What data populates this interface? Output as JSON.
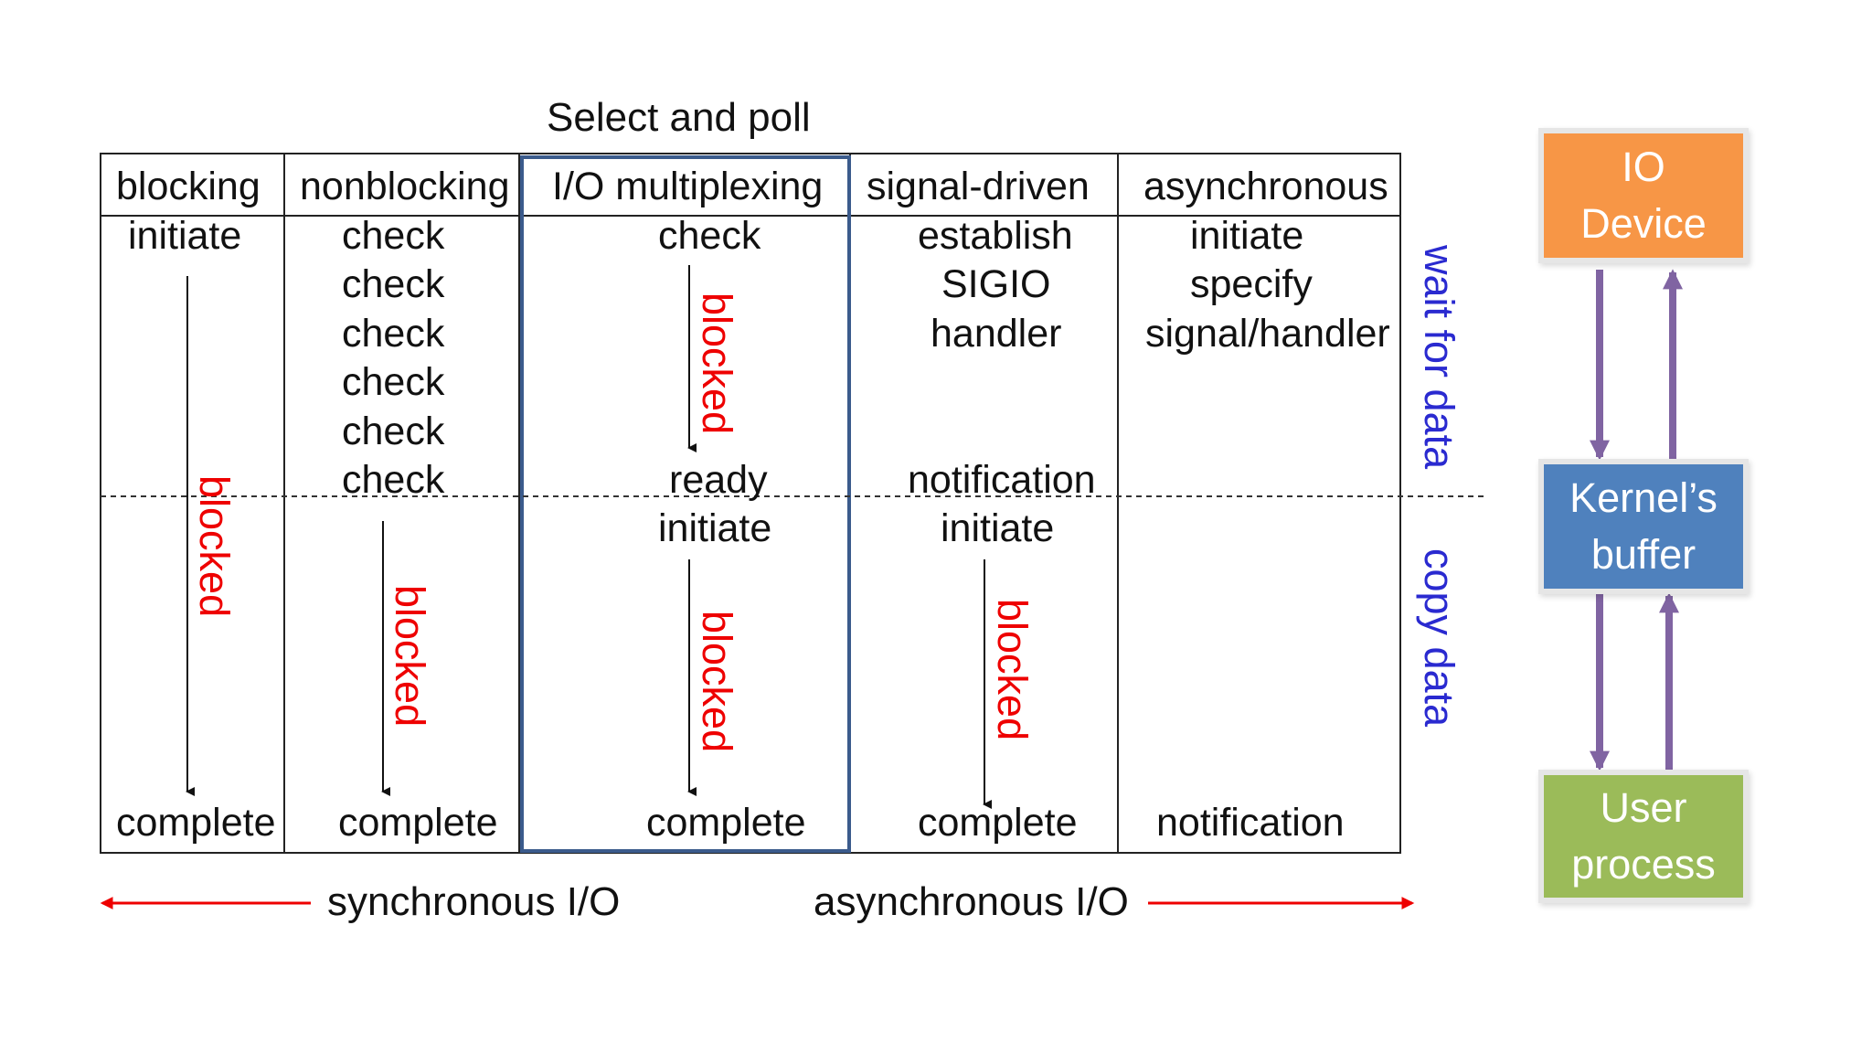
{
  "title": "Select and poll",
  "columns": [
    {
      "header": "blocking",
      "top_lines": [
        "initiate"
      ],
      "middle_lines": [],
      "bottom": "complete",
      "blocked_labels": [
        "blocked"
      ]
    },
    {
      "header": "nonblocking",
      "top_lines": [
        "check",
        "check",
        "check",
        "check",
        "check",
        "check"
      ],
      "middle_lines": [],
      "bottom": "complete",
      "blocked_labels": [
        "blocked"
      ]
    },
    {
      "header": "I/O multiplexing",
      "top_lines": [
        "check"
      ],
      "ready": "ready",
      "middle_lines": [
        "initiate"
      ],
      "bottom": "complete",
      "blocked_labels": [
        "blocked",
        "blocked"
      ]
    },
    {
      "header": "signal-driven",
      "top_lines": [
        "establish",
        "SIGIO",
        "handler"
      ],
      "ready": "notification",
      "middle_lines": [
        "initiate"
      ],
      "bottom": "complete",
      "blocked_labels": [
        "blocked"
      ]
    },
    {
      "header": "asynchronous",
      "top_lines": [
        "initiate",
        "specify",
        "signal/handler"
      ],
      "middle_lines": [],
      "bottom": "notification",
      "blocked_labels": []
    }
  ],
  "phases": {
    "wait": "wait for data",
    "copy": "copy data"
  },
  "footer": {
    "sync": "synchronous I/O",
    "async": "asynchronous I/O"
  },
  "stack": {
    "io_device": [
      "IO",
      "Device"
    ],
    "kernel_buffer": [
      "Kernel’s",
      "buffer"
    ],
    "user_process": [
      "User",
      "process"
    ]
  },
  "colors": {
    "io_device": "#f79646",
    "kernel_buffer": "#4f81bd",
    "user_process": "#9bbb59",
    "blocked": "#ee0000",
    "phase": "#2a2ad0",
    "arrows": "#8064a2",
    "highlight": "#3b5b8c"
  }
}
